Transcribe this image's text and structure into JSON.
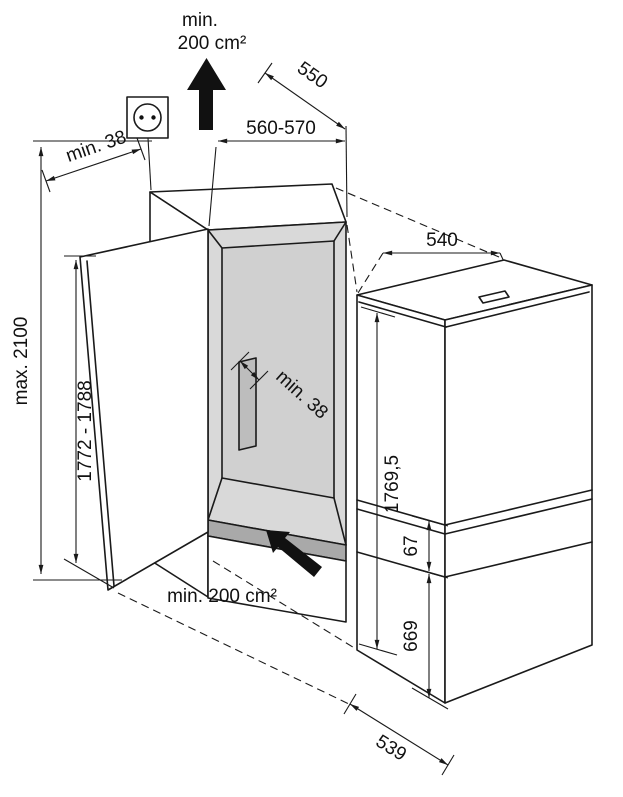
{
  "diagram": {
    "type": "built-in refrigerator installation dimensions drawing",
    "labels": {
      "top_vent_min": "min.",
      "top_vent_area": "200 cm²",
      "socket_clearance": "min. 38",
      "niche_depth": "550",
      "niche_width": "560-570",
      "appliance_width": "540",
      "max_overall_height": "max. 2100",
      "niche_height": "1772 - 1788",
      "rear_wall_clearance": "min. 38",
      "bottom_vent_area": "min. 200 cm²",
      "appliance_height": "1769,5",
      "door_split_gap": "67",
      "freezer_section_height": "669",
      "appliance_depth": "539"
    },
    "colors": {
      "line": "#1a1a1a",
      "background": "#ffffff",
      "niche_interior": "#d9d9d9",
      "niche_recess": "#d0d0d0",
      "vent_slot": "#a9a9a9"
    }
  }
}
